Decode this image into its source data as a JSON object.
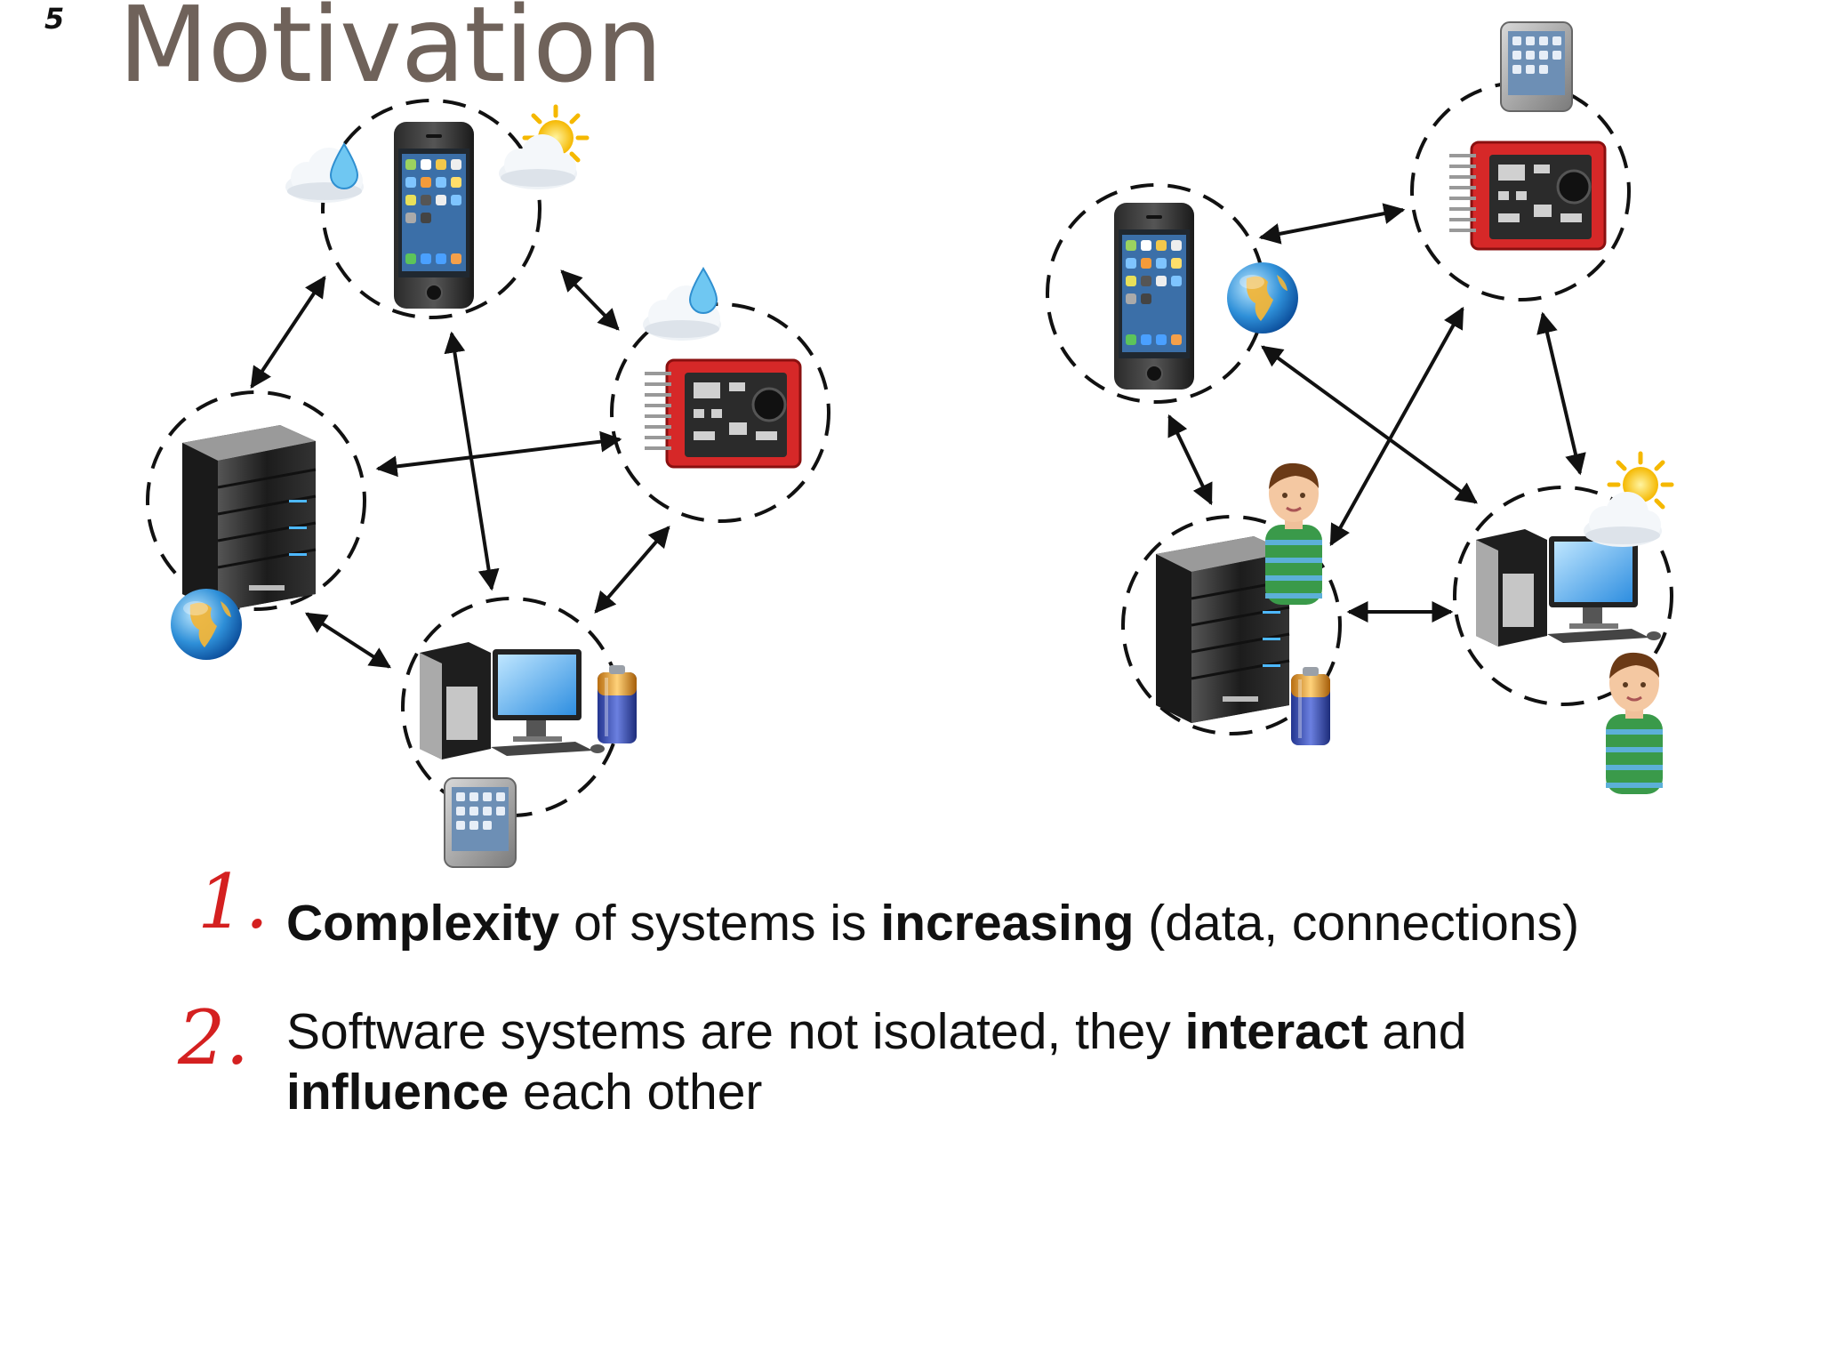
{
  "slide": {
    "page_number": "5",
    "title": "Motivation"
  },
  "bullets": [
    {
      "number": "1.",
      "parts": [
        "Complexity",
        " of systems is ",
        "increasing",
        " (data, connections)"
      ]
    },
    {
      "number": "2.",
      "line1_parts": [
        "Software systems are not isolated, they ",
        "interact",
        " and"
      ],
      "line2_parts": [
        "influence",
        " each other"
      ]
    }
  ],
  "colors": {
    "title": "#6f625a",
    "numbers": "#d42020",
    "text": "#111111",
    "board": "#d62828"
  },
  "icons": [
    "smartphone-icon",
    "server-icon",
    "desktop-computer-icon",
    "sensor-board-icon",
    "tablet-icon",
    "globe-icon",
    "rain-cloud-icon",
    "sun-cloud-icon",
    "battery-icon",
    "person-icon"
  ]
}
